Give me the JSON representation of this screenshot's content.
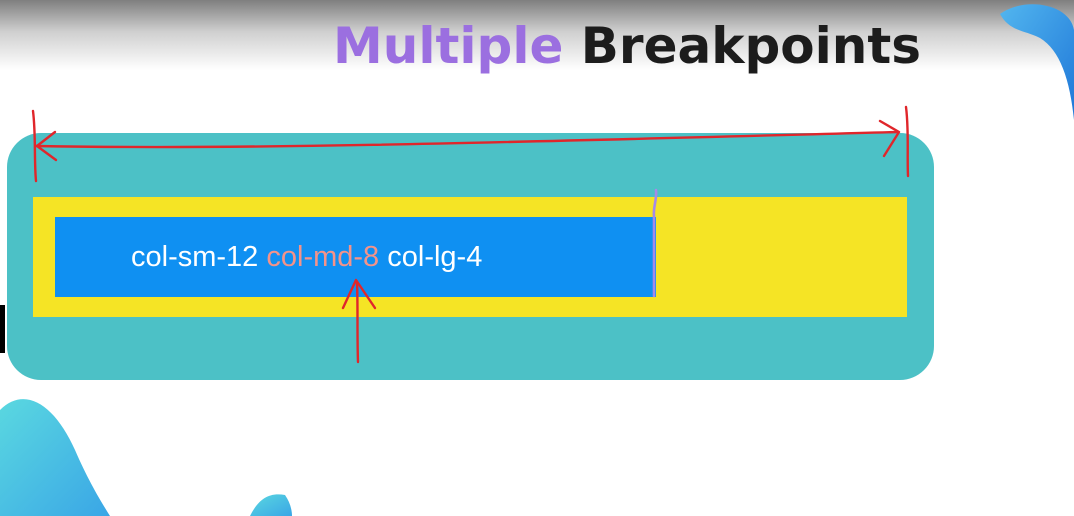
{
  "title": {
    "word1": "Multiple",
    "word2": "Breakpoints",
    "word1_color": "#9b6fe0",
    "word2_color": "#1c1c1c"
  },
  "diagram": {
    "container_color": "#4cc1c6",
    "row_color": "#f5e425",
    "column_color": "#0f90f2",
    "column_classes": {
      "sm": "col-sm-12",
      "md": "col-md-8",
      "lg": "col-lg-4"
    },
    "md_highlight_color": "#f3938a"
  },
  "annotations": {
    "ink_color": "#e0262b",
    "marker_color": "#a58ae8",
    "items": [
      "double-arrow-icon",
      "up-arrow-icon",
      "column-edge-marker"
    ]
  }
}
